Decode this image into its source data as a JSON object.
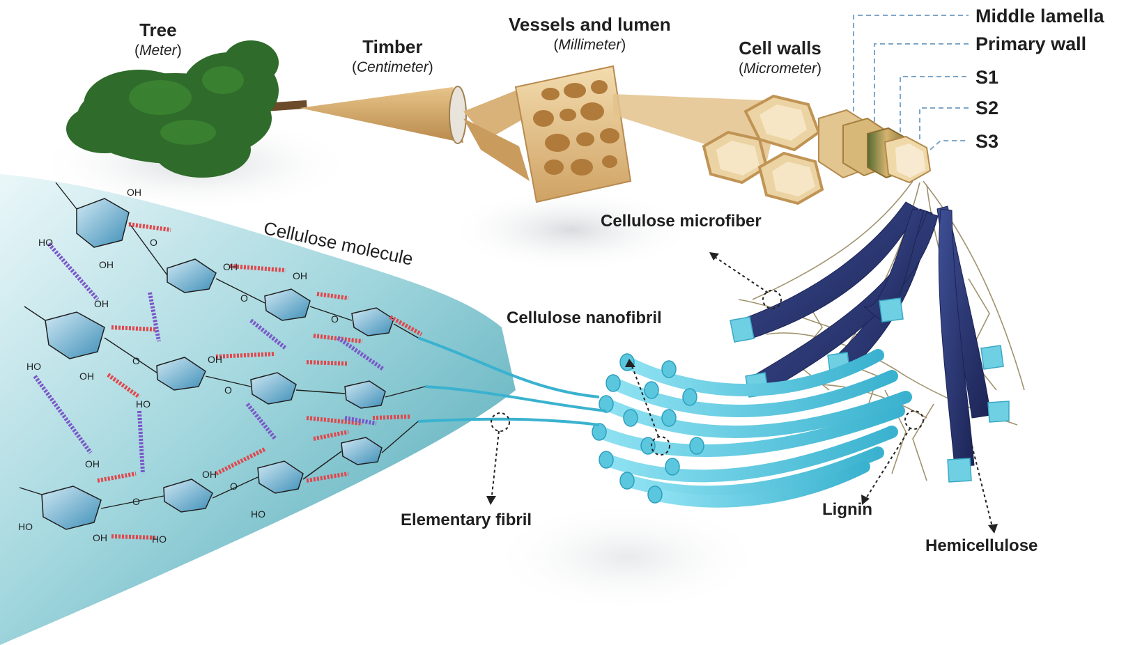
{
  "scale_labels": [
    {
      "id": "tree",
      "name": "Tree",
      "unit": "Meter"
    },
    {
      "id": "timber",
      "name": "Timber",
      "unit": "Centimeter"
    },
    {
      "id": "vessels",
      "name": "Vessels and lumen",
      "unit": "Millimeter"
    },
    {
      "id": "cellwalls",
      "name": "Cell walls",
      "unit": "Micrometer"
    }
  ],
  "wall_layers": [
    "Middle lamella",
    "Primary wall",
    "S1",
    "S2",
    "S3"
  ],
  "component_labels": {
    "cellulose_molecule": "Cellulose molecule",
    "cellulose_microfiber": "Cellulose microfiber",
    "cellulose_nanofibril": "Cellulose nanofibril",
    "elementary_fibril": "Elementary fibril",
    "lignin": "Lignin",
    "hemicellulose": "Hemicellulose"
  },
  "chem_labels": {
    "oh": "OH",
    "ho": "HO",
    "o": "O"
  },
  "colors": {
    "tree_green": "#2f6b2a",
    "wood_tan": "#e9c88f",
    "wood_dark": "#c79a58",
    "microfiber_navy": "#2b3570",
    "nanofibril_cyan": "#4fc3dd",
    "teal_background": "#5fb6c4",
    "hbond_red": "#e0474c",
    "hbond_purple": "#7a57c8",
    "leader_dash": "#7ea6c8"
  }
}
